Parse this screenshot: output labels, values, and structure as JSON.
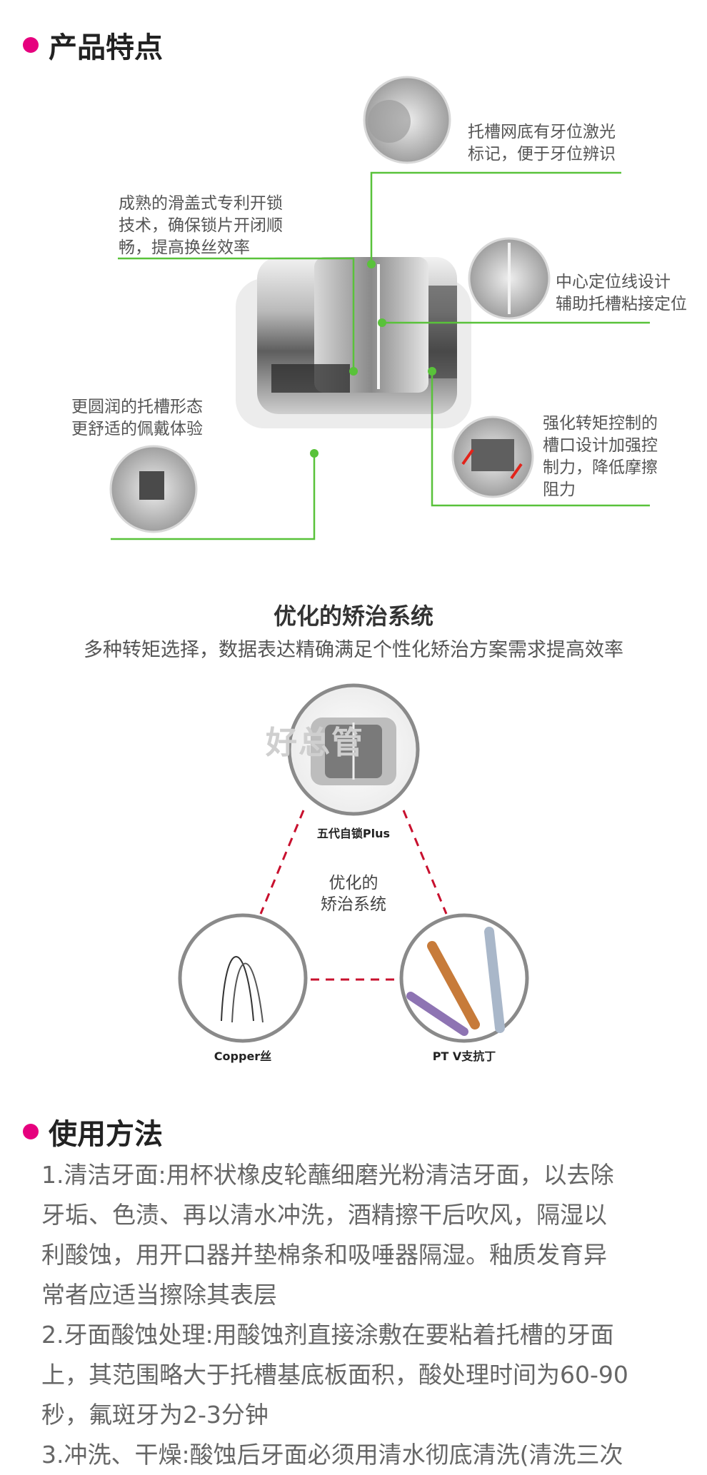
{
  "features": {
    "title": "产品特点",
    "callouts": [
      {
        "text": "托槽网底有牙位激光标记，便于牙位辨识",
        "lines": [
          "托槽网底有牙位激光",
          "标记，便于牙位辨识"
        ]
      },
      {
        "text": "成熟的滑盖式专利开锁技术，确保锁片开闭顺畅，提高换丝效率",
        "lines": [
          "成熟的滑盖式专利开锁",
          "技术，确保锁片开闭顺",
          "畅，提高换丝效率"
        ]
      },
      {
        "text": "中心定位线设计辅助托槽粘接定位",
        "lines": [
          "中心定位线设计",
          "辅助托槽粘接定位"
        ]
      },
      {
        "text": "更圆润的托槽形态更舒适的佩戴体验",
        "lines": [
          "更圆润的托槽形态",
          "更舒适的佩戴体验"
        ]
      },
      {
        "text": "强化转矩控制的槽口设计加强控制力，降低摩擦阻力",
        "lines": [
          "强化转矩控制的",
          "槽口设计加强控",
          "制力，降低摩擦",
          "阻力"
        ]
      }
    ]
  },
  "system": {
    "title": "优化的矫治系统",
    "subtitle": "多种转矩选择，数据表达精确满足个性化矫治方案需求提高效率",
    "center_label_lines": [
      "优化的",
      "矫治系统"
    ],
    "nodes": [
      {
        "label": "五代自锁Plus"
      },
      {
        "label": "Copper丝"
      },
      {
        "label": "PT V支抗丁"
      }
    ],
    "watermark": "好总管"
  },
  "usage": {
    "title": "使用方法",
    "lines": [
      "1.清洁牙面:用杯状橡皮轮蘸细磨光粉清洁牙面，以去除",
      "牙垢、色渍、再以清水冲洗，酒精擦干后吹风，隔湿以",
      "利酸蚀，用开口器并垫棉条和吸唾器隔湿。釉质发育异",
      "常者应适当擦除其表层",
      "2.牙面酸蚀处理:用酸蚀剂直接涂敷在要粘着托槽的牙面",
      "上，其范围略大于托槽基底板面积，酸处理时间为60-90",
      "秒，氟斑牙为2-3分钟",
      "3.冲洗、干燥:酸蚀后牙面必须用清水彻底清洗(清洗三次"
    ]
  },
  "colors": {
    "accent": "#e6007e",
    "leader_line": "#59c23a",
    "dash_red": "#c8102e"
  }
}
